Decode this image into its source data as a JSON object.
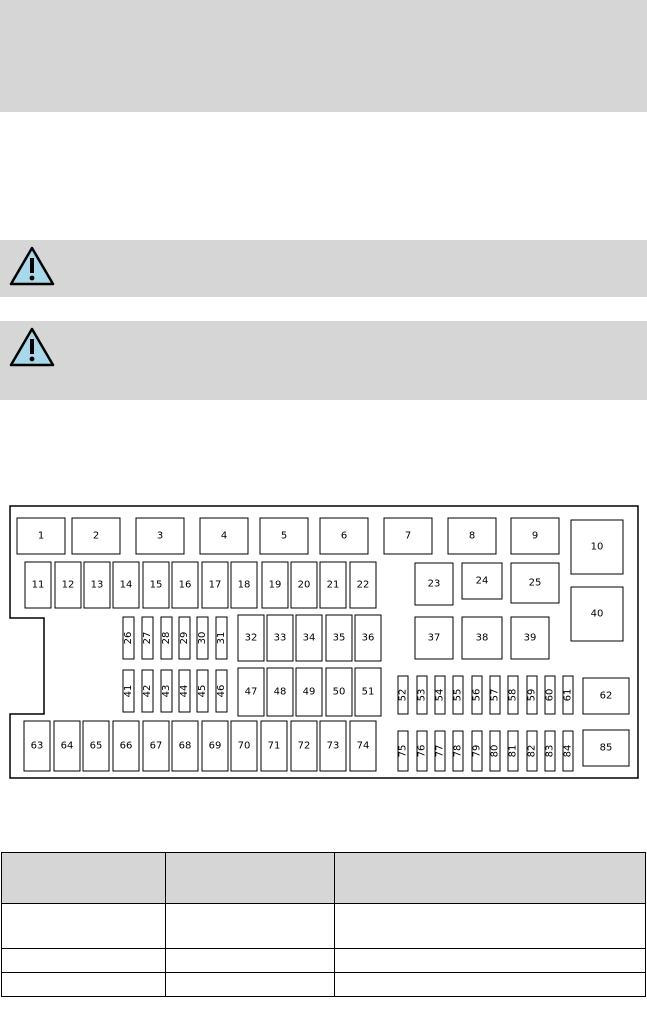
{
  "warnings": [
    {
      "icon": "warning-triangle-icon"
    },
    {
      "icon": "warning-triangle-icon"
    }
  ],
  "fuse_box": {
    "fuses": [
      {
        "label": "1"
      },
      {
        "label": "2"
      },
      {
        "label": "3"
      },
      {
        "label": "4"
      },
      {
        "label": "5"
      },
      {
        "label": "6"
      },
      {
        "label": "7"
      },
      {
        "label": "8"
      },
      {
        "label": "9"
      },
      {
        "label": "10"
      },
      {
        "label": "11"
      },
      {
        "label": "12"
      },
      {
        "label": "13"
      },
      {
        "label": "14"
      },
      {
        "label": "15"
      },
      {
        "label": "16"
      },
      {
        "label": "17"
      },
      {
        "label": "18"
      },
      {
        "label": "19"
      },
      {
        "label": "20"
      },
      {
        "label": "21"
      },
      {
        "label": "22"
      },
      {
        "label": "23"
      },
      {
        "label": "24"
      },
      {
        "label": "25"
      },
      {
        "label": "26"
      },
      {
        "label": "27"
      },
      {
        "label": "28"
      },
      {
        "label": "29"
      },
      {
        "label": "30"
      },
      {
        "label": "31"
      },
      {
        "label": "32"
      },
      {
        "label": "33"
      },
      {
        "label": "34"
      },
      {
        "label": "35"
      },
      {
        "label": "36"
      },
      {
        "label": "37"
      },
      {
        "label": "38"
      },
      {
        "label": "39"
      },
      {
        "label": "40"
      },
      {
        "label": "41"
      },
      {
        "label": "42"
      },
      {
        "label": "43"
      },
      {
        "label": "44"
      },
      {
        "label": "45"
      },
      {
        "label": "46"
      },
      {
        "label": "47"
      },
      {
        "label": "48"
      },
      {
        "label": "49"
      },
      {
        "label": "50"
      },
      {
        "label": "51"
      },
      {
        "label": "52"
      },
      {
        "label": "53"
      },
      {
        "label": "54"
      },
      {
        "label": "55"
      },
      {
        "label": "56"
      },
      {
        "label": "57"
      },
      {
        "label": "58"
      },
      {
        "label": "59"
      },
      {
        "label": "60"
      },
      {
        "label": "61"
      },
      {
        "label": "62"
      },
      {
        "label": "63"
      },
      {
        "label": "64"
      },
      {
        "label": "65"
      },
      {
        "label": "66"
      },
      {
        "label": "67"
      },
      {
        "label": "68"
      },
      {
        "label": "69"
      },
      {
        "label": "70"
      },
      {
        "label": "71"
      },
      {
        "label": "72"
      },
      {
        "label": "73"
      },
      {
        "label": "74"
      },
      {
        "label": "75"
      },
      {
        "label": "76"
      },
      {
        "label": "77"
      },
      {
        "label": "78"
      },
      {
        "label": "79"
      },
      {
        "label": "80"
      },
      {
        "label": "81"
      },
      {
        "label": "82"
      },
      {
        "label": "83"
      },
      {
        "label": "84"
      },
      {
        "label": "85"
      }
    ]
  },
  "table": {
    "headers": [
      "",
      "",
      ""
    ],
    "rows": [
      [
        "",
        "",
        ""
      ],
      [
        "",
        "",
        ""
      ],
      [
        "",
        "",
        ""
      ]
    ]
  }
}
